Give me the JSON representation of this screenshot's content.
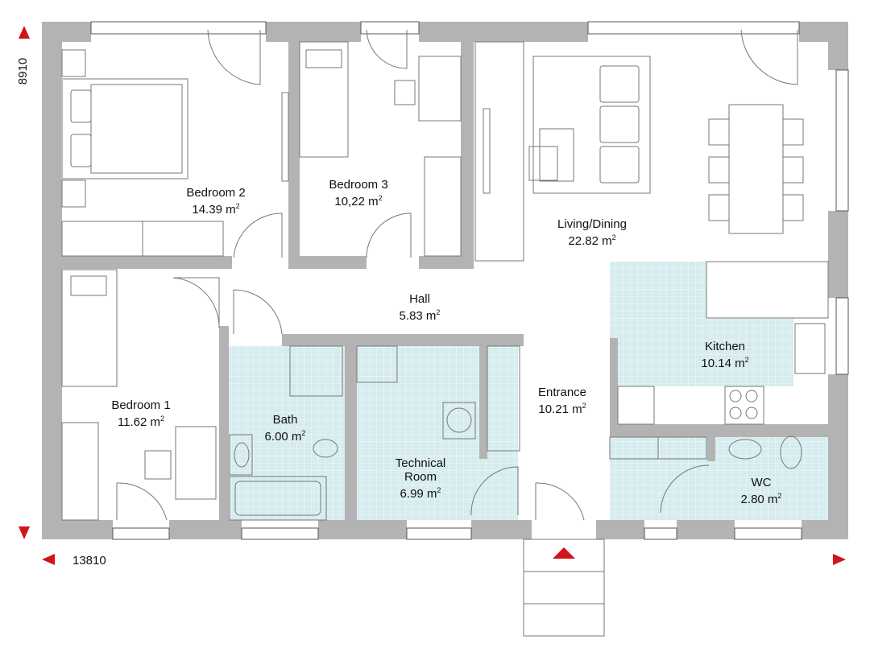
{
  "dimensions": {
    "height": "8910",
    "width": "13810"
  },
  "colors": {
    "wall": "#b3b3b3",
    "tile": "#dcedf0",
    "arrow": "#d0141a",
    "line": "#555555"
  },
  "area_unit": "m",
  "rooms": [
    {
      "name": "Bedroom 2",
      "area": "14.39"
    },
    {
      "name": "Bedroom 3",
      "area": "10,22"
    },
    {
      "name": "Living/Dining",
      "area": "22.82"
    },
    {
      "name": "Hall",
      "area": "5.83"
    },
    {
      "name": "Kitchen",
      "area": "10.14"
    },
    {
      "name": "Bedroom 1",
      "area": "11.62"
    },
    {
      "name": "Bath",
      "area": "6.00"
    },
    {
      "name": "Technical",
      "name2": "Room",
      "area": "6.99"
    },
    {
      "name": "Entrance",
      "area": "10.21"
    },
    {
      "name": "WC",
      "area": "2.80"
    }
  ]
}
